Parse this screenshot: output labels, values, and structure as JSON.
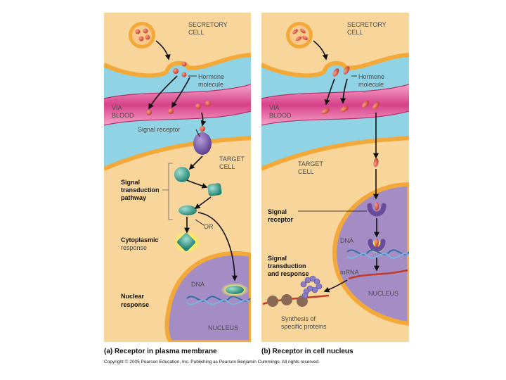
{
  "panel_a": {
    "secretory_cell_line1": "SECRETORY",
    "secretory_cell_line2": "CELL",
    "hormone_line1": "Hormone",
    "hormone_line2": "molecule",
    "blood_line1": "VIA",
    "blood_line2": "BLOOD",
    "signal_receptor": "Signal receptor",
    "target_cell_line1": "TARGET",
    "target_cell_line2": "CELL",
    "pathway_line1": "Signal",
    "pathway_line2": "transduction",
    "pathway_line3": "pathway",
    "or": "OR",
    "cyto_line1": "Cytoplasmic",
    "cyto_line2": "response",
    "nuclear_line1": "Nuclear",
    "nuclear_line2": "response",
    "dna": "DNA",
    "nucleus": "NUCLEUS",
    "caption_letter": "(a)",
    "caption": "Receptor in plasma membrane"
  },
  "panel_b": {
    "secretory_cell_line1": "SECRETORY",
    "secretory_cell_line2": "CELL",
    "hormone_line1": "Hormone",
    "hormone_line2": "molecule",
    "blood_line1": "VIA",
    "blood_line2": "BLOOD",
    "target_cell_line1": "TARGET",
    "target_cell_line2": "CELL",
    "receptor_line1": "Signal",
    "receptor_line2": "receptor",
    "dna": "DNA",
    "mrna": "mRNA",
    "response_line1": "Signal",
    "response_line2": "transduction",
    "response_line3": "and response",
    "nucleus": "NUCLEUS",
    "synthesis_line1": "Synthesis of",
    "synthesis_line2": "specific proteins",
    "caption_letter": "(b)",
    "caption": "Receptor in cell nucleus"
  },
  "copyright": "Copyright © 2005 Pearson Education, Inc. Publishing as Pearson Benjamin Cummings. All rights reserved.",
  "colors": {
    "cytoplasm": "#f8d59a",
    "extracellular": "#8fd3e4",
    "blood_vessel": "#e4609c",
    "nucleus": "#a48dc4",
    "membrane": "#f3a93a",
    "hormone": "#d84a3a",
    "receptor": "#6a4c9c",
    "teal_protein": "#2a9a8a"
  }
}
